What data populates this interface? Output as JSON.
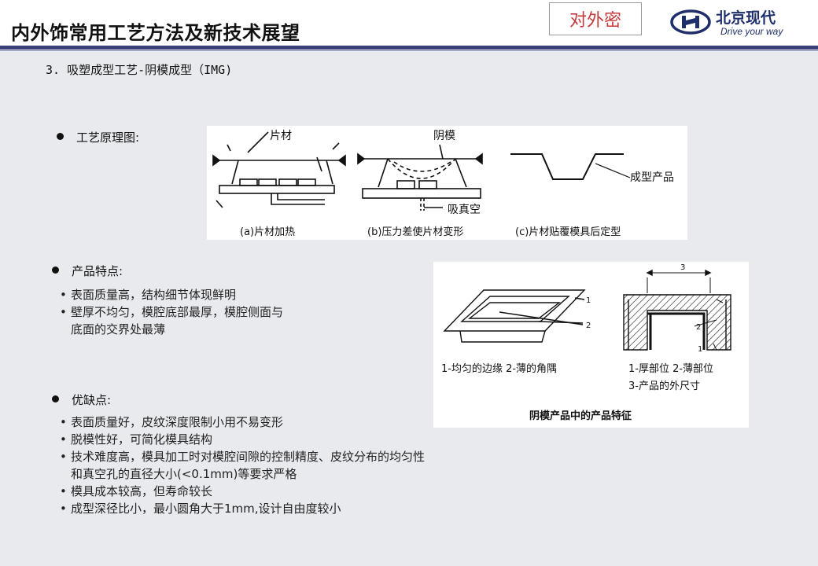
{
  "header": {
    "title": "内外饰常用工艺方法及新技术展望",
    "confidential": "对外密",
    "logo_name": "北京现代",
    "logo_slogan": "Drive your way",
    "logo_icon": "hyundai-emblem"
  },
  "section": {
    "heading": "3. 吸塑成型工艺-阴模成型（IMG)"
  },
  "principle": {
    "heading": "工艺原理图:",
    "labels": {
      "sheet": "片材",
      "female_mold": "阴模",
      "vacuum": "吸真空",
      "formed_product": "成型产品"
    },
    "captions": [
      "(a)片材加热",
      "(b)压力差使片材变形",
      "(c)片材贴覆模具后定型"
    ]
  },
  "features": {
    "heading": "产品特点:",
    "items": [
      [
        "表面质量高，结构细节体现鲜明"
      ],
      [
        "壁厚不均匀，模腔底部最厚，模腔侧面与",
        "底面的交界处最薄"
      ]
    ]
  },
  "feature_figure": {
    "left_caption": "1-均匀的边缘 2-薄的角隅",
    "right_caption_1": "1-厚部位 2-薄部位",
    "right_caption_2": "3-产品的外尺寸",
    "title": "阴模产品中的产品特征",
    "callouts": [
      "1",
      "2",
      "3",
      "2",
      "1"
    ]
  },
  "pros_cons": {
    "heading": "优缺点:",
    "items": [
      [
        "表面质量好，皮纹深度限制小用不易变形"
      ],
      [
        "脱模性好，可简化模具结构"
      ],
      [
        "技术难度高，模具加工时对模腔间隙的控制精度、皮纹分布的均匀性",
        "和真空孔的直径大小(<0.1mm)等要求严格"
      ],
      [
        "模具成本较高，但寿命较长"
      ],
      [
        "成型深径比小，最小圆角大于1mm,设计自由度较小"
      ]
    ]
  },
  "colors": {
    "title_rule": "#3a3f7a",
    "confidential": "#c43a3a",
    "logo_blue": "#1e2f6b"
  }
}
